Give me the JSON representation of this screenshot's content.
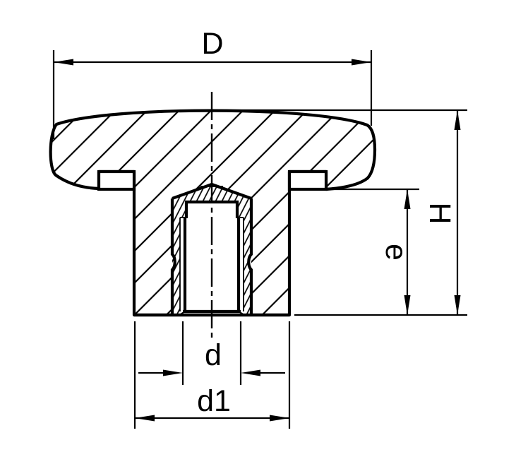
{
  "drawing": {
    "kind": "engineering-section-view",
    "subject": "mushroom knob with threaded bushing insert, cross-section",
    "background_color": "#ffffff",
    "line_color": "#000000",
    "labels": {
      "D": "D",
      "H": "H",
      "e": "e",
      "d": "d",
      "d1": "d1"
    }
  }
}
